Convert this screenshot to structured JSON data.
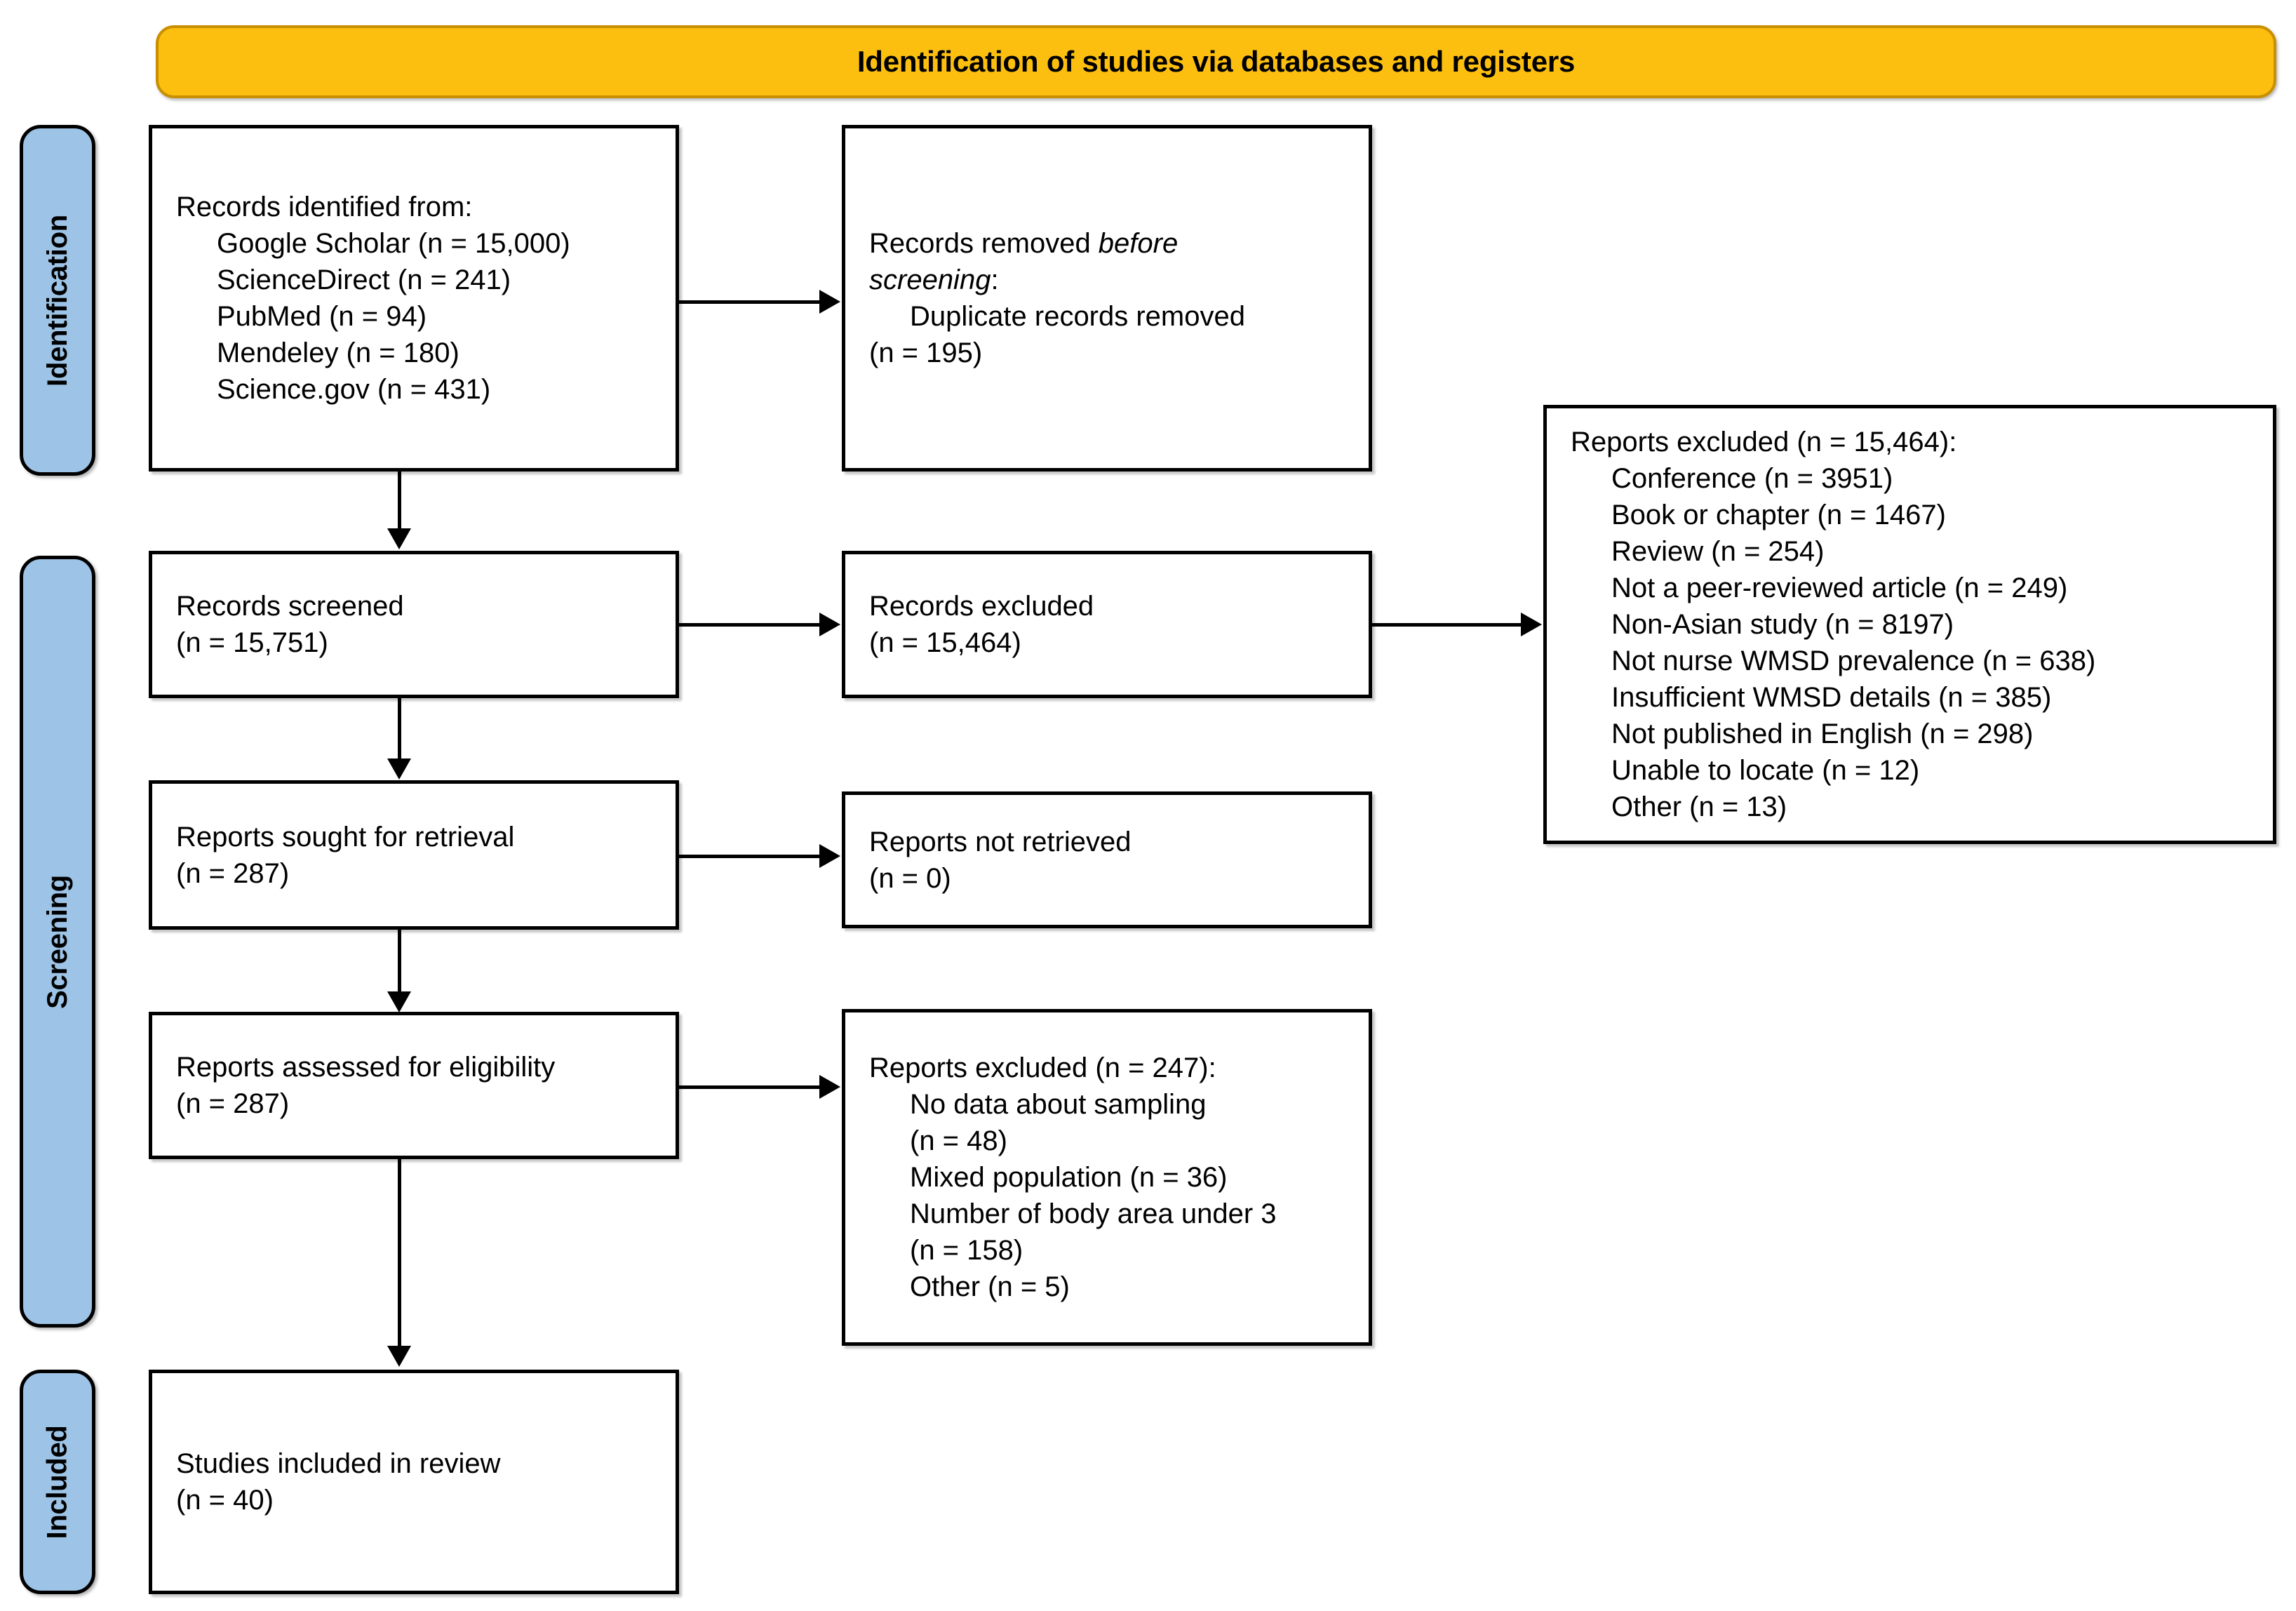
{
  "diagram": {
    "type": "prisma-flow-diagram",
    "banner": {
      "label": "Identification of studies via databases and registers",
      "color": "#FCBF10",
      "border_color": "#C89000"
    },
    "stages": [
      {
        "id": "identification",
        "label": "Identification",
        "color": "#9DC3E6"
      },
      {
        "id": "screening",
        "label": "Screening",
        "color": "#9DC3E6"
      },
      {
        "id": "included",
        "label": "Included",
        "color": "#9DC3E6"
      }
    ],
    "boxes": {
      "records_identified": {
        "name": "Records identified from",
        "lines": [
          {
            "text": "Records identified from:",
            "indent": false
          },
          {
            "text": "Google Scholar (n = 15,000)",
            "indent": true
          },
          {
            "text": "ScienceDirect (n = 241)",
            "indent": true
          },
          {
            "text": "PubMed (n = 94)",
            "indent": true
          },
          {
            "text": "Mendeley (n = 180)",
            "indent": true
          },
          {
            "text": "Science.gov (n = 431)",
            "indent": true
          }
        ]
      },
      "records_removed": {
        "name": "Records removed before screening",
        "lines": [
          {
            "text": "Records removed ",
            "italic_tail": "before",
            "indent": false
          },
          {
            "text": "screening",
            "italic_head": true,
            "tail": ":",
            "indent": false
          },
          {
            "text": "Duplicate records removed",
            "indent": true
          },
          {
            "text": "(n = 195)",
            "indent": true
          }
        ]
      },
      "records_screened": {
        "name": "Records screened",
        "lines": [
          {
            "text": "Records screened",
            "indent": false
          },
          {
            "text": "(n = 15,751)",
            "indent": false
          }
        ]
      },
      "records_excluded": {
        "name": "Records excluded",
        "lines": [
          {
            "text": "Records excluded",
            "indent": false
          },
          {
            "text": "(n = 15,464)",
            "indent": false
          }
        ]
      },
      "reports_excluded_detail": {
        "name": "Reports excluded detail",
        "lines": [
          {
            "text": "Reports excluded (n = 15,464):",
            "indent": false
          },
          {
            "text": "Conference (n = 3951)",
            "indent": true
          },
          {
            "text": "Book or chapter (n = 1467)",
            "indent": true
          },
          {
            "text": "Review (n = 254)",
            "indent": true
          },
          {
            "text": "Not a peer-reviewed article (n = 249)",
            "indent": true
          },
          {
            "text": "Non-Asian study (n = 8197)",
            "indent": true
          },
          {
            "text": "Not nurse WMSD prevalence (n = 638)",
            "indent": true
          },
          {
            "text": "Insufficient WMSD details (n = 385)",
            "indent": true
          },
          {
            "text": "Not published in English (n = 298)",
            "indent": true
          },
          {
            "text": "Unable to locate (n = 12)",
            "indent": true
          },
          {
            "text": "Other (n = 13)",
            "indent": true
          }
        ]
      },
      "reports_sought": {
        "name": "Reports sought for retrieval",
        "lines": [
          {
            "text": "Reports sought for retrieval",
            "indent": false
          },
          {
            "text": "(n = 287)",
            "indent": false
          }
        ]
      },
      "reports_not_retrieved": {
        "name": "Reports not retrieved",
        "lines": [
          {
            "text": "Reports not retrieved",
            "indent": false
          },
          {
            "text": "(n = 0)",
            "indent": false
          }
        ]
      },
      "reports_assessed": {
        "name": "Reports assessed for eligibility",
        "lines": [
          {
            "text": "Reports assessed for eligibility",
            "indent": false
          },
          {
            "text": "(n = 287)",
            "indent": false
          }
        ]
      },
      "reports_excluded_eligibility": {
        "name": "Reports excluded at eligibility",
        "lines": [
          {
            "text": "Reports excluded (n = 247):",
            "indent": false
          },
          {
            "text": "No data about sampling",
            "indent": true
          },
          {
            "text": "(n = 48)",
            "indent": true
          },
          {
            "text": "Mixed population (n = 36)",
            "indent": true
          },
          {
            "text": "Number of body area under 3",
            "indent": true
          },
          {
            "text": "(n = 158)",
            "indent": true
          },
          {
            "text": "Other (n = 5)",
            "indent": true
          }
        ]
      },
      "studies_included": {
        "name": "Studies included in review",
        "lines": [
          {
            "text": "Studies included in review",
            "indent": false
          },
          {
            "text": "(n = 40)",
            "indent": false
          }
        ]
      }
    }
  }
}
